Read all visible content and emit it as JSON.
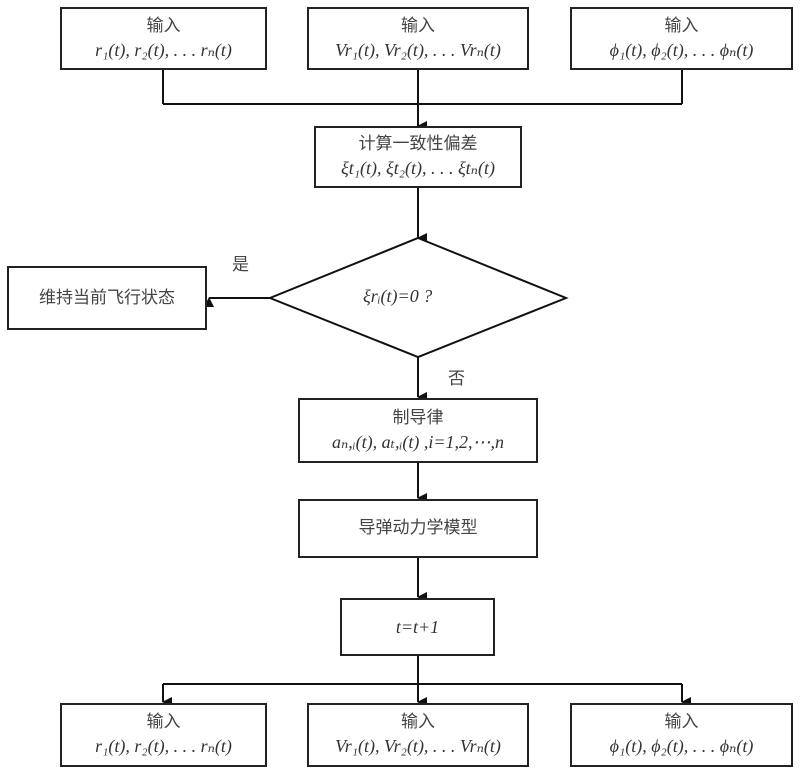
{
  "top_inputs": [
    {
      "title": "输入",
      "formula": "r₁(t), r₂(t), . . . rₙ(t)"
    },
    {
      "title": "输入",
      "formula": "Vr₁(t), Vr₂(t), . . . Vrₙ(t)"
    },
    {
      "title": "输入",
      "formula": "ϕ₁(t), ϕ₂(t), . . . ϕₙ(t)"
    }
  ],
  "consistency": {
    "title": "计算一致性偏差",
    "formula": "ξt₁(t), ξt₂(t), . . . ξtₙ(t)"
  },
  "decision": {
    "condition": "ξrᵢ(t)=0   ?",
    "yes_label": "是",
    "no_label": "否"
  },
  "maintain": {
    "title": "维持当前飞行状态"
  },
  "guidance": {
    "title": "制导律",
    "formula": "aₙ,ᵢ(t), aₜ,ᵢ(t) ,i=1,2,⋯,n"
  },
  "dynamics": {
    "title": "导弹动力学模型"
  },
  "time_step": {
    "formula": "t=t+1"
  },
  "bottom_inputs": [
    {
      "title": "输入",
      "formula": "r₁(t), r₂(t), . . . rₙ(t)"
    },
    {
      "title": "输入",
      "formula": "Vr₁(t), Vr₂(t), . . . Vrₙ(t)"
    },
    {
      "title": "输入",
      "formula": "ϕ₁(t), ϕ₂(t), . . . ϕₙ(t)"
    }
  ]
}
